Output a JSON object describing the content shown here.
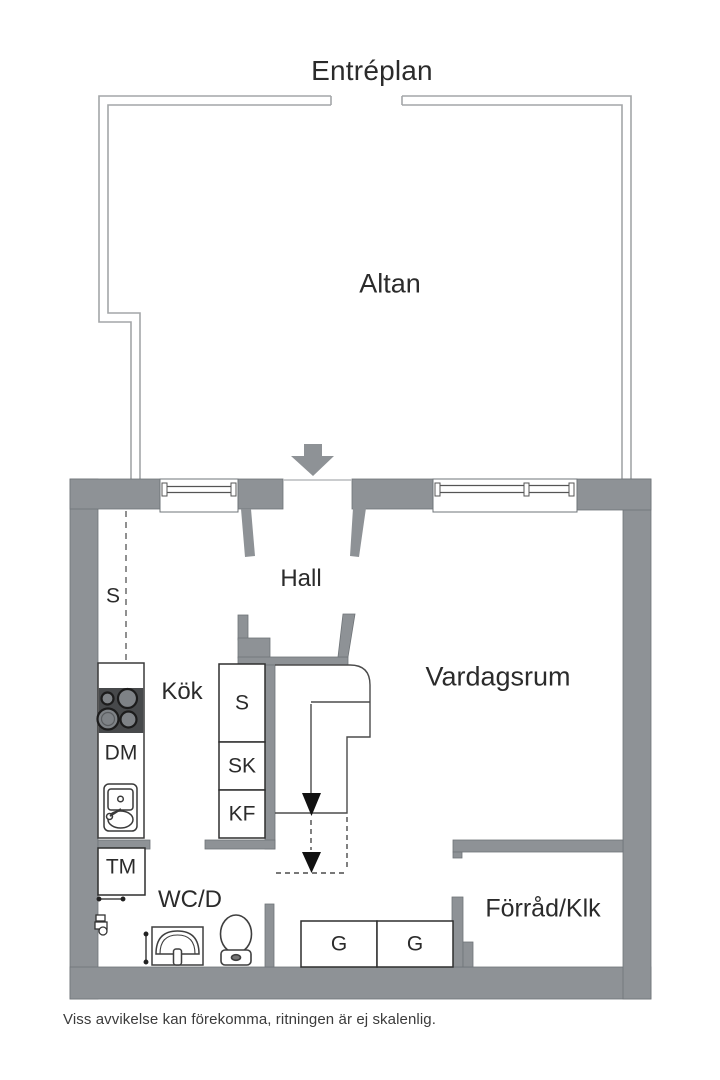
{
  "title": "Entréplan",
  "rooms": {
    "altan": "Altan",
    "hall": "Hall",
    "kok": "Kök",
    "vardagsrum": "Vardagsrum",
    "wcd": "WC/D",
    "forrad": "Förråd/Klk"
  },
  "fixtures": {
    "s_hall": "S",
    "s": "S",
    "sk": "SK",
    "kf": "KF",
    "dm": "DM",
    "tm": "TM",
    "g1": "G",
    "g2": "G"
  },
  "icons": {
    "entrance_arrow": "entrance-direction-arrow",
    "stairs_arrows": "stairs-down-arrows",
    "stove": "stove-4-burners",
    "sink": "kitchen-double-sink",
    "toilet": "toilet",
    "washbasin": "washbasin",
    "windows": "window-symbols"
  },
  "colors": {
    "wall": "#8e9296",
    "wall_edge": "#6f7478",
    "altan_line": "#a3a6a8",
    "stair_line": "#4b4b4b",
    "stove_bg": "#47494b",
    "burner_fill": "#7e8286",
    "text": "#2b2b2b"
  },
  "disclaimer": "Viss avvikelse kan förekomma, ritningen är ej skalenlig."
}
